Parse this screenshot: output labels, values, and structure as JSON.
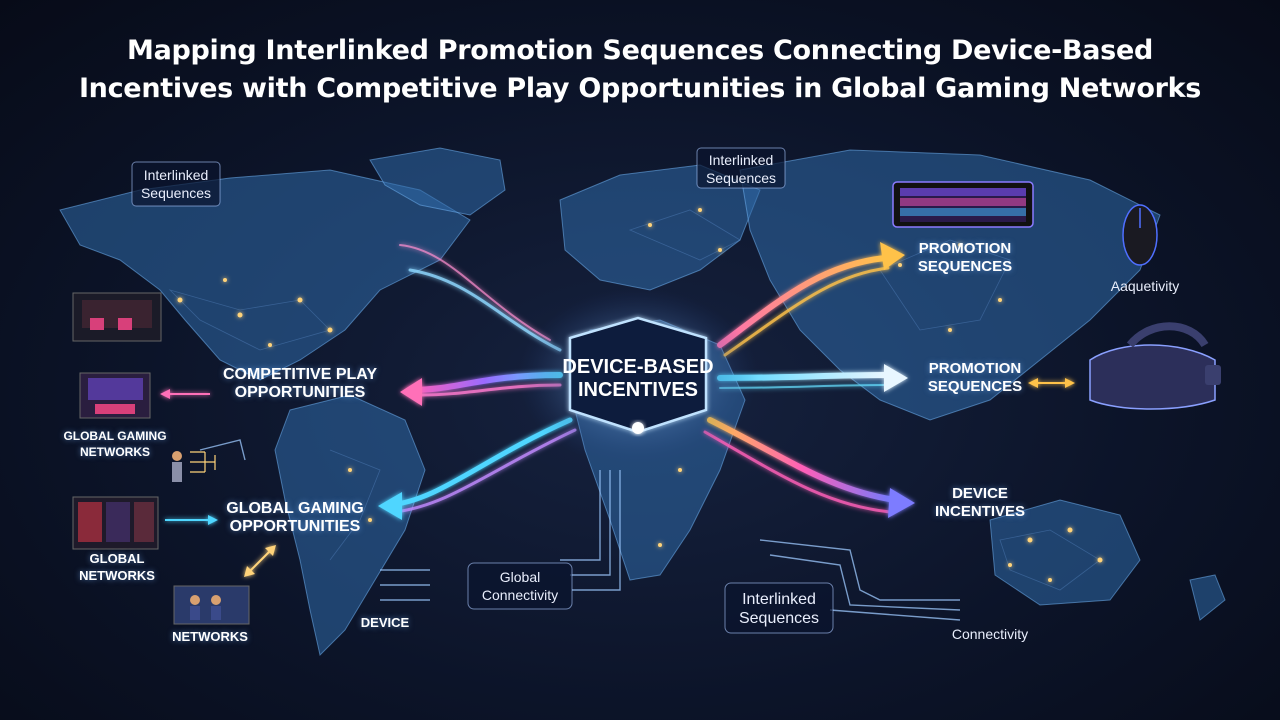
{
  "title_line1": "Mapping Interlinked Promotion Sequences Connecting Device-Based",
  "title_line2": "Incentives with Competitive Play Opportunities in Global Gaming Networks",
  "hub": {
    "line1": "DEVICE-BASED",
    "line2": "INCENTIVES"
  },
  "labels": {
    "interlinked_top_left_1": "Interlinked",
    "interlinked_top_left_2": "Sequences",
    "interlinked_top_mid_1": "Interlinked",
    "interlinked_top_mid_2": "Sequences",
    "promotion_top_1": "PROMOTION",
    "promotion_top_2": "SEQUENCES",
    "aaquetivity": "Aaquetivity",
    "competitive_1": "COMPETITIVE PLAY",
    "competitive_2": "OPPORTUNITIES",
    "promotion_mid_1": "PROMOTION",
    "promotion_mid_2": "SEQUENCES",
    "global_gaming_networks_1": "GLOBAL GAMING",
    "global_gaming_networks_2": "NETWORKS",
    "global_gaming_opp_1": "GLOBAL GAMING",
    "global_gaming_opp_2": "OPPORTUNITIES",
    "device_incentives_1": "DEVICE",
    "device_incentives_2": "INCENTIVES",
    "global_networks_1": "GLOBAL",
    "global_networks_2": "NETWORKS",
    "global_connectivity_1": "Global",
    "global_connectivity_2": "Connectivity",
    "networks": "NETWORKS",
    "device": "DEVICE",
    "interlinked_bottom_1": "Interlinked",
    "interlinked_bottom_2": "Sequences",
    "connectivity": "Connectivity"
  },
  "colors": {
    "background": "#0c1429",
    "map": "#3e7fbf",
    "stream_pink": "#ff5fb8",
    "stream_cyan": "#4fd6ff",
    "stream_gold": "#ffc24a",
    "stream_purple": "#9a6bff",
    "node_gold": "#ffd37a"
  }
}
